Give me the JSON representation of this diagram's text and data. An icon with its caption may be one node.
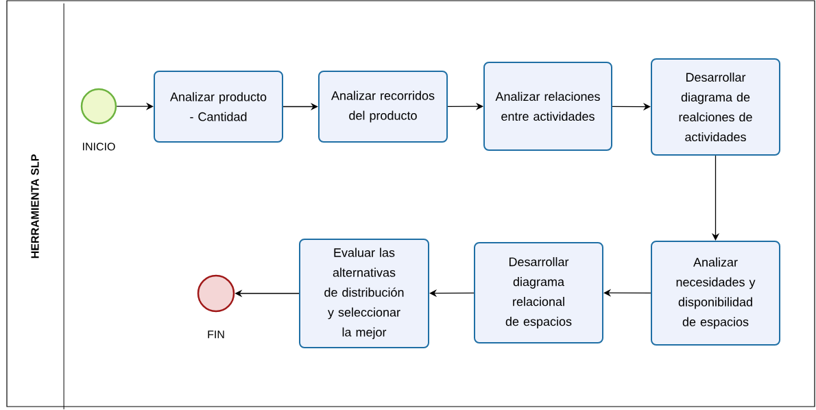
{
  "diagram": {
    "nodes": [
      {
        "text": [
          "HERRAMIENTA SLP"
        ]
      },
      {
        "text": [],
        "shape": "circle",
        "beside": [
          "INICIO"
        ],
        "in": 0
      },
      {
        "text": [
          "Analizar producto - Cantidad"
        ],
        "in": 0
      },
      {
        "text": [
          "Analizar recorridos del producto"
        ],
        "in": 0
      },
      {
        "text": [
          "Analizar relaciones entre actividades"
        ],
        "in": 0
      },
      {
        "text": [
          "Desarrollar diagrama de realciones de actividades"
        ],
        "in": 0
      },
      {
        "text": [
          "Analizar necesidades y disponibilidad de espacios"
        ],
        "in": 0
      },
      {
        "text": [
          "Desarrollar diagrama relacional de espacios"
        ],
        "in": 0
      },
      {
        "text": [
          "Evaluar las alternativas de distribución y seleccionar la mejor"
        ],
        "in": 0
      },
      {
        "text": [],
        "shape": "circle",
        "beside": [
          "FIN"
        ],
        "in": 0
      }
    ],
    "edges": [
      {
        "from": 1,
        "to": 2,
        "arrow": "to"
      },
      {
        "from": 2,
        "to": 3,
        "arrow": "to"
      },
      {
        "from": 3,
        "to": 4,
        "arrow": "to"
      },
      {
        "from": 4,
        "to": 5,
        "arrow": "to"
      },
      {
        "from": 5,
        "to": 6,
        "arrow": "to"
      },
      {
        "from": 6,
        "to": 7,
        "arrow": "to"
      },
      {
        "from": 7,
        "to": 8,
        "arrow": "to"
      },
      {
        "from": 8,
        "to": 9,
        "arrow": "to"
      }
    ]
  }
}
